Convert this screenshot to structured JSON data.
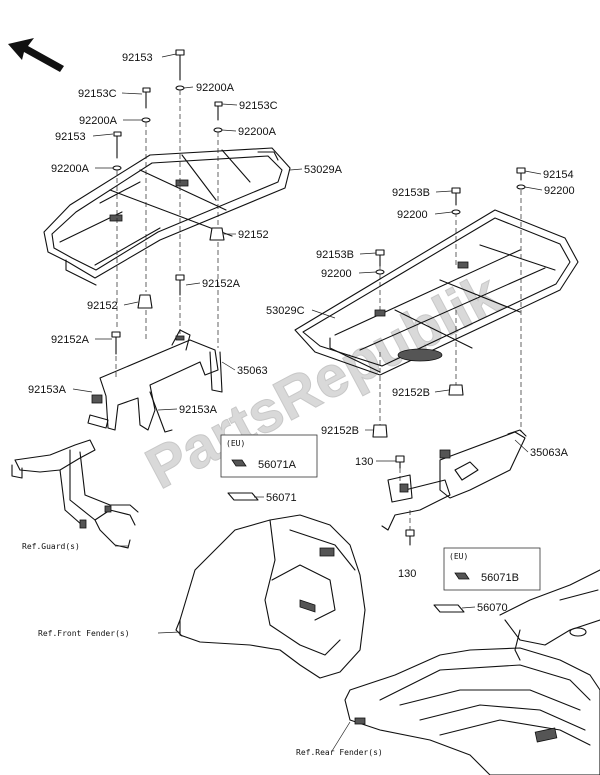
{
  "watermark": "PartsRepublik",
  "labels": {
    "l_92153_a": "92153",
    "l_92200A_a": "92200A",
    "l_92153C_a": "92153C",
    "l_92153C_b": "92153C",
    "l_92200A_b": "92200A",
    "l_92200A_c": "92200A",
    "l_92153_b": "92153",
    "l_92200A_d": "92200A",
    "l_53029A": "53029A",
    "l_92152_a": "92152",
    "l_92152A_a": "92152A",
    "l_92152_b": "92152",
    "l_92152A_b": "92152A",
    "l_35063": "35063",
    "l_92153A_a": "92153A",
    "l_92153A_b": "92153A",
    "l_92154": "92154",
    "l_92200_a": "92200",
    "l_92153B_a": "92153B",
    "l_92200_b": "92200",
    "l_92153B_b": "92153B",
    "l_92200_c": "92200",
    "l_53029C": "53029C",
    "l_92152B_a": "92152B",
    "l_92152B_b": "92152B",
    "l_35063A": "35063A",
    "l_130_a": "130",
    "l_130_b": "130",
    "l_56071": "56071",
    "l_56070": "56070"
  },
  "callouts": {
    "eu_a_region": "(EU)",
    "eu_a_part": "56071A",
    "eu_b_region": "(EU)",
    "eu_b_part": "56071B"
  },
  "references": {
    "guard": "Ref.Guard(s)",
    "front_fender": "Ref.Front Fender(s)",
    "rear_fender": "Ref.Rear Fender(s)"
  },
  "icons": {
    "orientation": "front-direction-arrow-icon"
  }
}
